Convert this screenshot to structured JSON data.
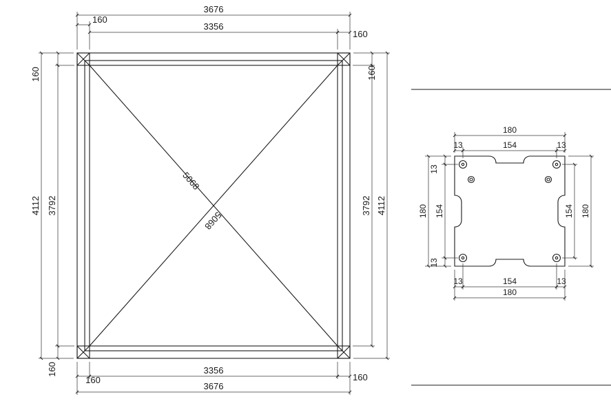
{
  "page": {
    "background": "#ffffff",
    "line_color": "#1a1a1a"
  },
  "plan_view": {
    "dim_overall_width": "3676",
    "dim_inner_width": "3356",
    "dim_post_size": "160",
    "dim_overall_height": "4112",
    "dim_inner_height": "3792",
    "dim_diagonal": "5068"
  },
  "detail_view": {
    "dim_overall": "180",
    "dim_bolt_spacing": "154",
    "dim_edge_offset": "13"
  }
}
